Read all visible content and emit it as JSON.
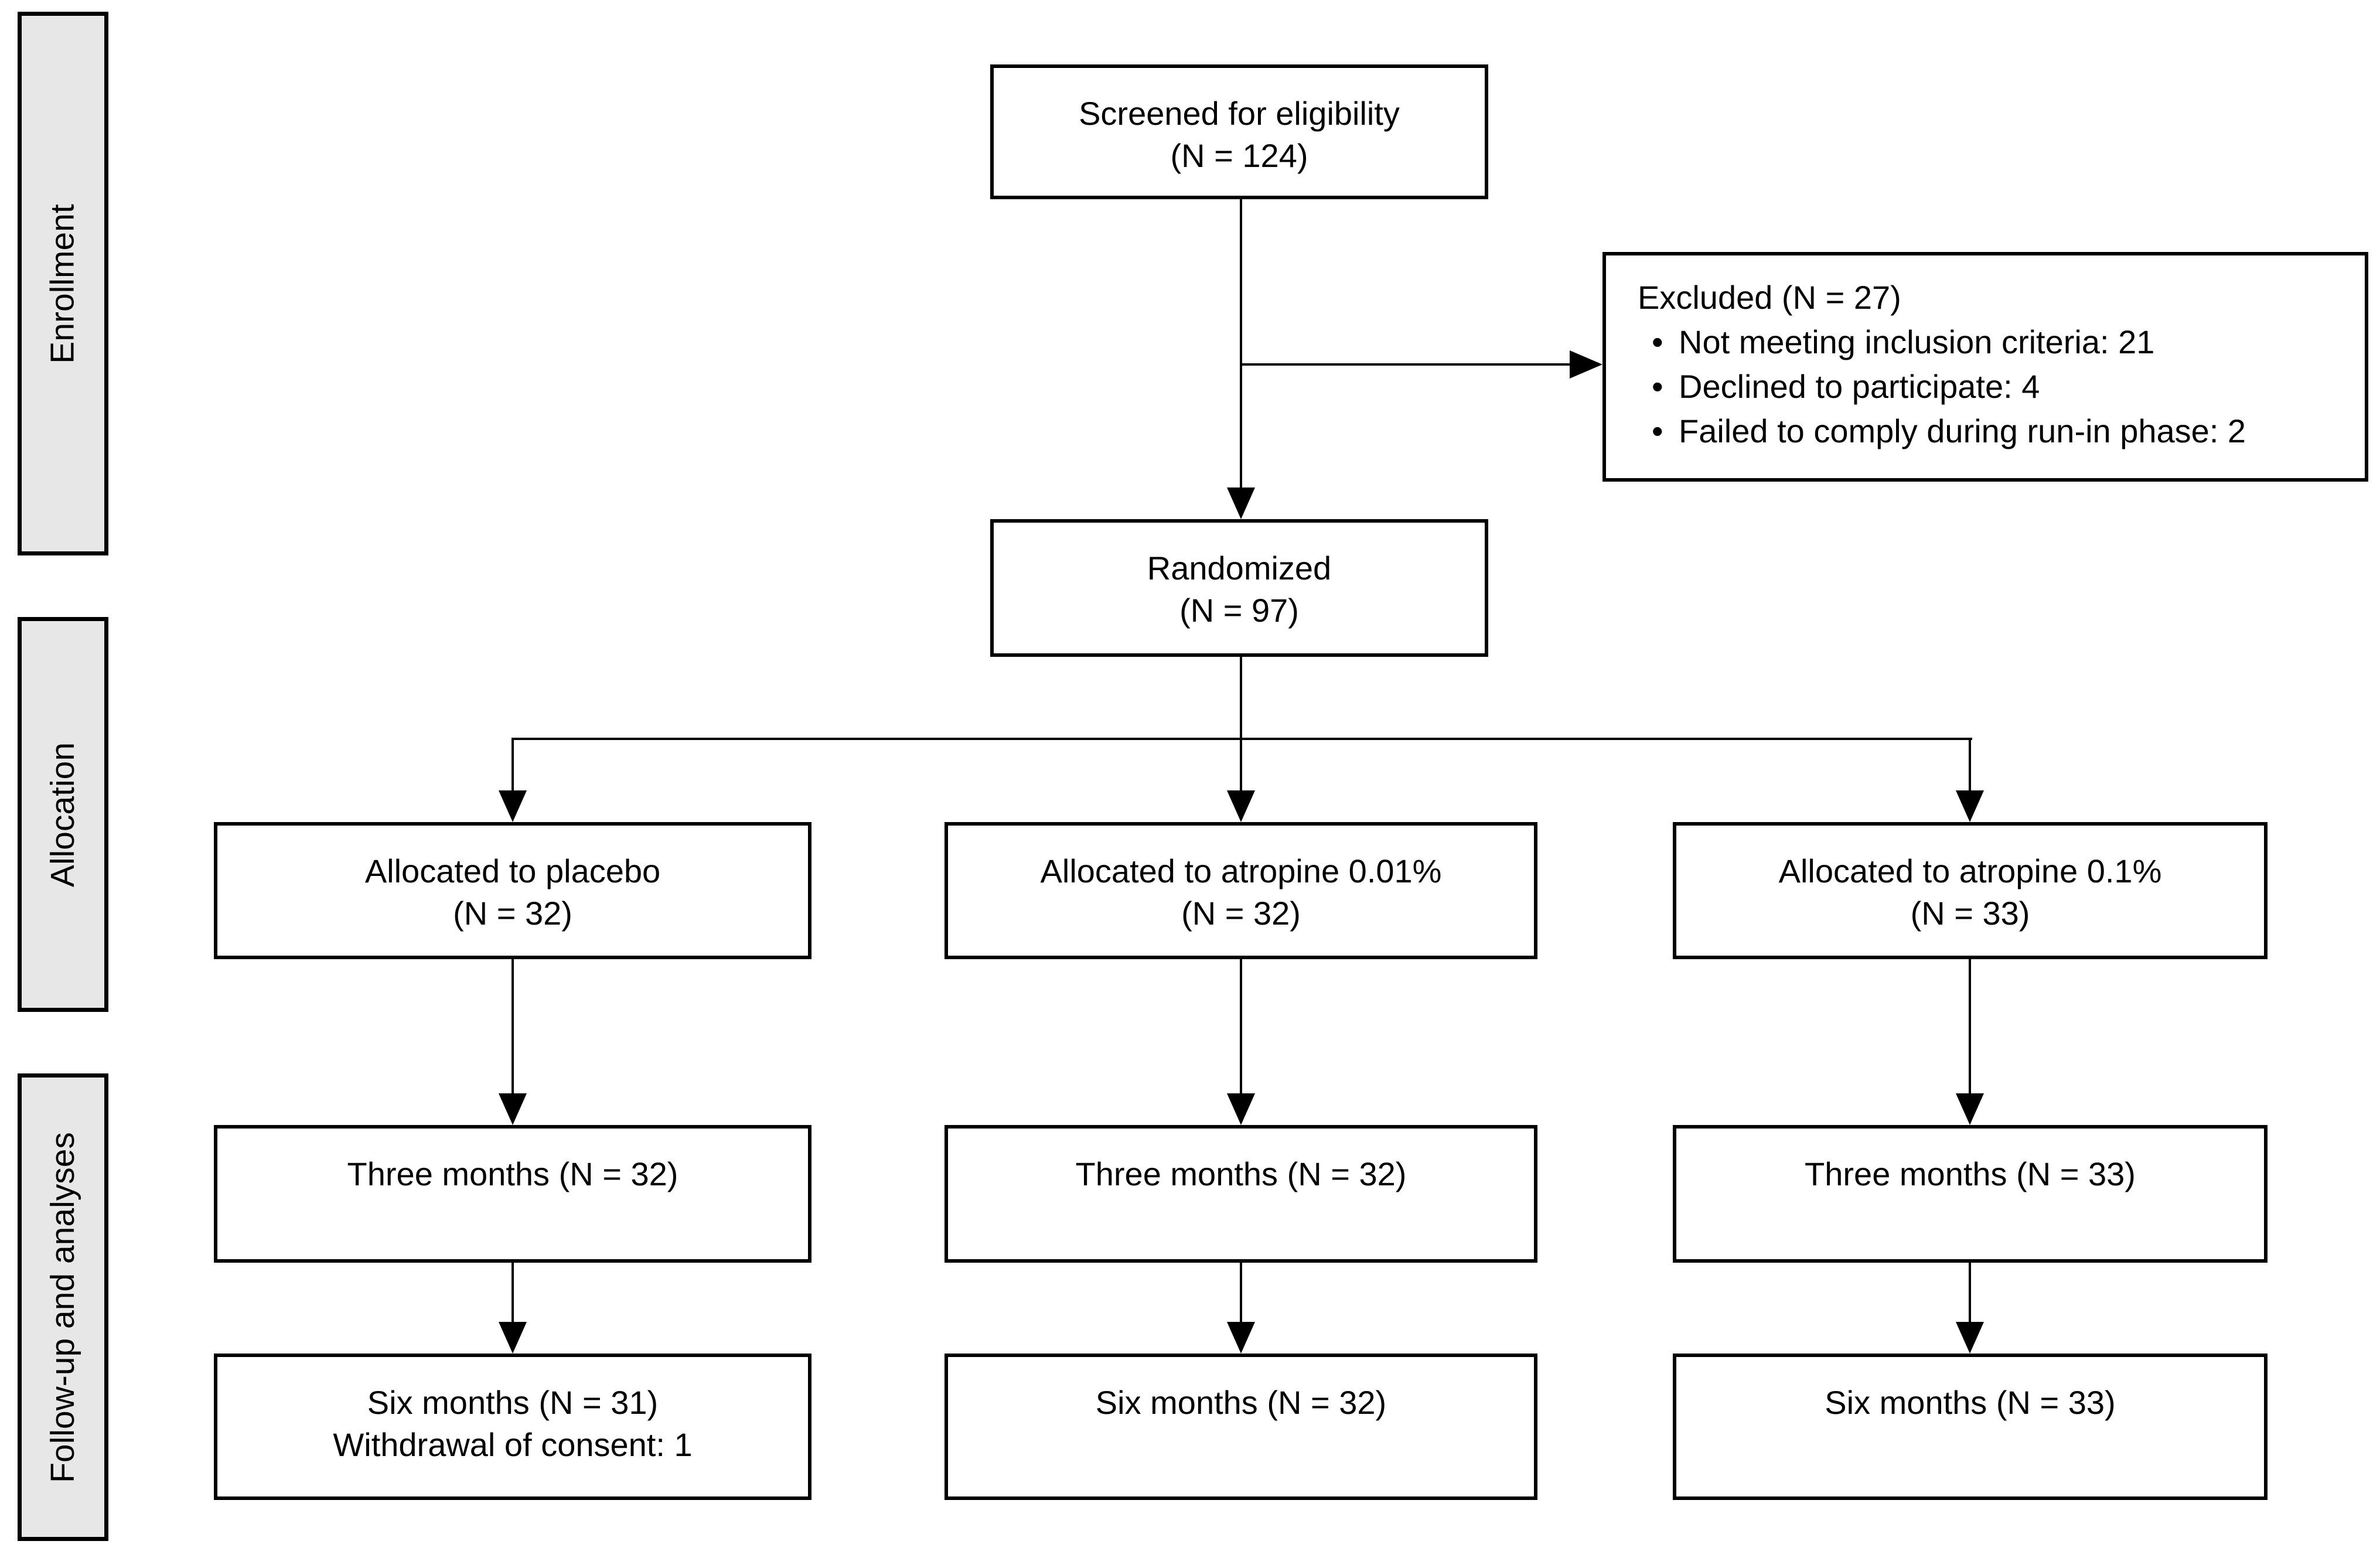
{
  "diagram": {
    "stage_labels": {
      "enrollment": "Enrollment",
      "allocation": "Allocation",
      "followup": "Follow-up and analyses"
    },
    "nodes": {
      "screened": {
        "lines": [
          "Screened for eligibility",
          "(N = 124)"
        ]
      },
      "excluded": {
        "title": "Excluded (N = 27)",
        "bullet_char": "•",
        "bullets": [
          "Not meeting inclusion criteria: 21",
          "Declined to participate: 4",
          "Failed to comply during run-in phase: 2"
        ]
      },
      "randomized": {
        "lines": [
          "Randomized",
          "(N = 97)"
        ]
      }
    },
    "arms": [
      {
        "allocation": [
          "Allocated to placebo",
          "(N = 32)"
        ],
        "three_months": "Three months (N = 32)",
        "six_months": [
          "Six months (N = 31)",
          "Withdrawal of consent: 1"
        ]
      },
      {
        "allocation": [
          "Allocated to atropine 0.01%",
          "(N = 32)"
        ],
        "three_months": "Three months (N = 32)",
        "six_months": [
          "Six months (N = 32)",
          ""
        ]
      },
      {
        "allocation": [
          "Allocated to atropine 0.1%",
          "(N = 33)"
        ],
        "three_months": "Three months (N = 33)",
        "six_months": [
          "Six months (N = 33)",
          ""
        ]
      }
    ],
    "colors": {
      "background": "#ffffff",
      "stage_fill": "#e7e7e7",
      "stage_border": "#000000",
      "box_fill": "#ffffff",
      "box_border": "#000000",
      "line": "#000000",
      "text": "#000000"
    }
  }
}
